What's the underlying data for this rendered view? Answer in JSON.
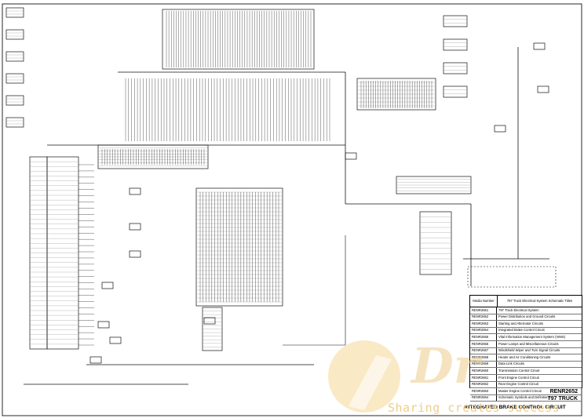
{
  "diagram": {
    "media_table": {
      "header_media": "Media Number",
      "header_title": "797 Truck Electrical System Schematic Titles",
      "rows": [
        {
          "number": "RENR2651",
          "title": "797 Truck Electrical System"
        },
        {
          "number": "RENR2652",
          "title": "Power Distribution and Ground Circuits"
        },
        {
          "number": "RENR2653",
          "title": "Starting and Alternator Circuits"
        },
        {
          "number": "RENR2654",
          "title": "Integrated Brake Control Circuit"
        },
        {
          "number": "RENR2655",
          "title": "Vital Information Management System (VIMS)"
        },
        {
          "number": "RENR2656",
          "title": "Power Lamps and Miscellaneous Circuits"
        },
        {
          "number": "RENR2657",
          "title": "Windshield Wiper and Turn Signal Circuits"
        },
        {
          "number": "RENR2658",
          "title": "Heater and Air Conditioning Circuits"
        },
        {
          "number": "RENR2659",
          "title": "Data Link Circuits"
        },
        {
          "number": "RENR2660",
          "title": "Transmission Control Circuit"
        },
        {
          "number": "RENR2661",
          "title": "Front Engine Control Circuit"
        },
        {
          "number": "RENR2662",
          "title": "Rear Engine Control Circuit"
        },
        {
          "number": "RENR2663",
          "title": "Master Engine Control Circuit"
        },
        {
          "number": "RENR2664",
          "title": "Schematic Symbols and Definitions"
        }
      ]
    },
    "title_block": {
      "media_number": "RENR2652",
      "truck": "797 TRUCK",
      "title": "INTEGRATED BRAKE CONTROL CIRCUIT"
    }
  },
  "watermark": {
    "brand": "Dr",
    "tagline": "Sharing creates success"
  },
  "colors": {
    "wire": "#111111",
    "wire_light": "#888888",
    "watermark": "#ecc478"
  }
}
